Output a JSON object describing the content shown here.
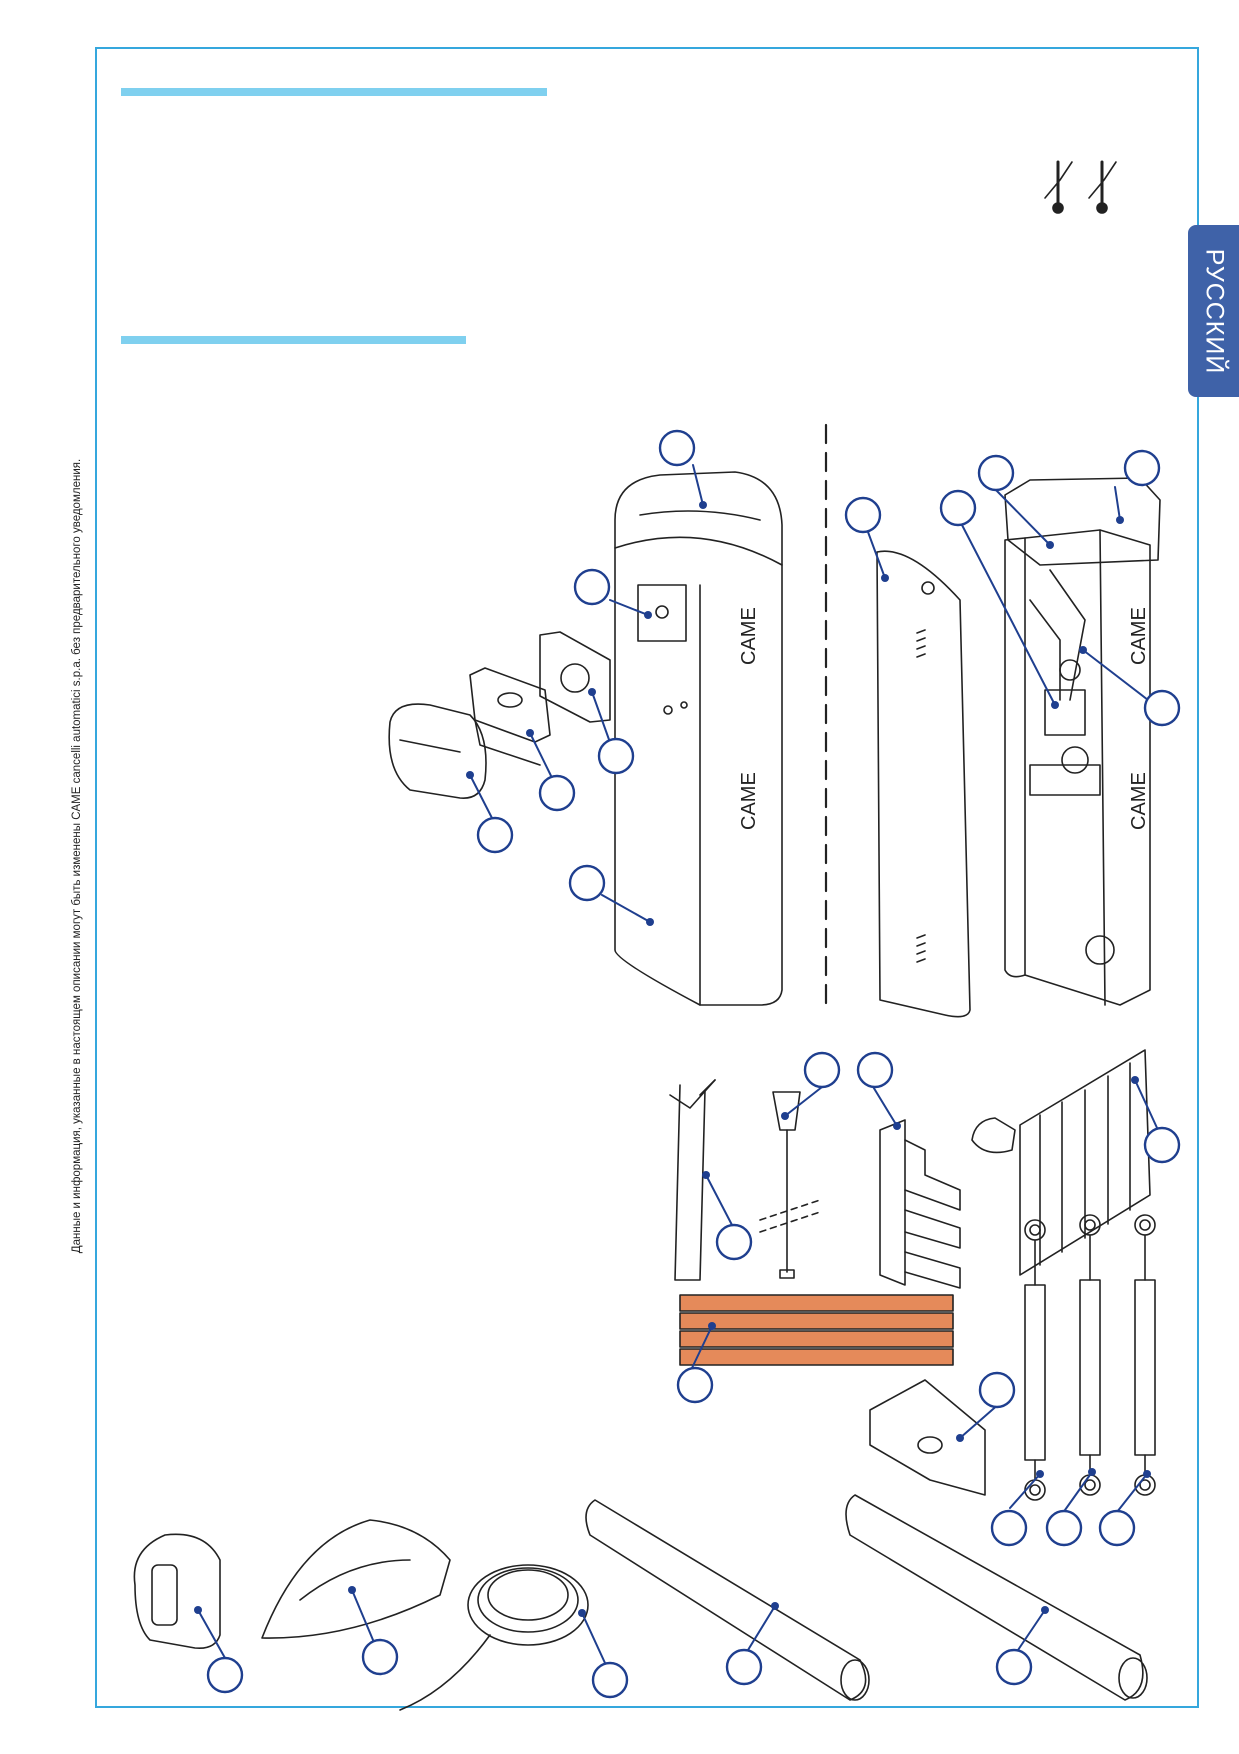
{
  "side_note": "Данные и информация, указанные в настоящем описании могут быть изменены CAME cancelli automatici s.p.a. без предварительного уведомления.",
  "language_tab": "РУССКИЙ",
  "brand": "CAME",
  "colors": {
    "frame": "#35a7dd",
    "section_bar": "#7fd0ef",
    "language_tab": "#3f62a8",
    "callout": "#1f3f8f",
    "sticker": "#e58a5a"
  },
  "icons": [
    "thermometer-icon",
    "thermometer-icon"
  ]
}
